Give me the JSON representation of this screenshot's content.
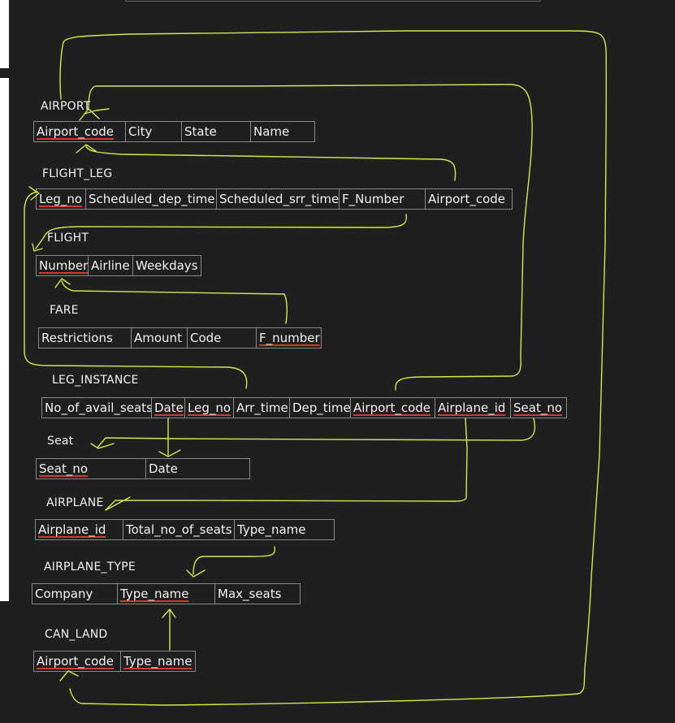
{
  "tables": {
    "airport": {
      "name": "AIRPORT",
      "cols": [
        "Airport_code",
        "City",
        "State",
        "Name"
      ]
    },
    "flight_leg": {
      "name": "FLIGHT_LEG",
      "cols": [
        "Leg_no",
        "Scheduled_dep_time",
        "Scheduled_srr_time",
        "F_Number",
        "Airport_code"
      ]
    },
    "flight": {
      "name": "FLIGHT",
      "cols": [
        "Number",
        "Airline",
        "Weekdays"
      ]
    },
    "fare": {
      "name": "FARE",
      "cols": [
        "Restrictions",
        "Amount",
        "Code",
        "F_number"
      ]
    },
    "leg_instance": {
      "name": "LEG_INSTANCE",
      "cols": [
        "No_of_avail_seats",
        "Date",
        "Leg_no",
        "Arr_time",
        "Dep_time",
        "Airport_code",
        "Airplane_id",
        "Seat_no"
      ]
    },
    "seat": {
      "name": "Seat",
      "cols": [
        "Seat_no",
        "Date"
      ]
    },
    "airplane": {
      "name": "AIRPLANE",
      "cols": [
        "Airplane_id",
        "Total_no_of_seats",
        "Type_name"
      ]
    },
    "airplane_type": {
      "name": "AIRPLANE_TYPE",
      "cols": [
        "Company",
        "Type_name",
        "Max_seats"
      ]
    },
    "can_land": {
      "name": "CAN_LAND",
      "cols": [
        "Airport_code",
        "Type_name"
      ]
    }
  },
  "colors": {
    "background": "#1f1f1f",
    "arrow": "#d6e84b",
    "primary_key_underline": "#d63a2f",
    "cell_border": "#8a8a8a"
  }
}
